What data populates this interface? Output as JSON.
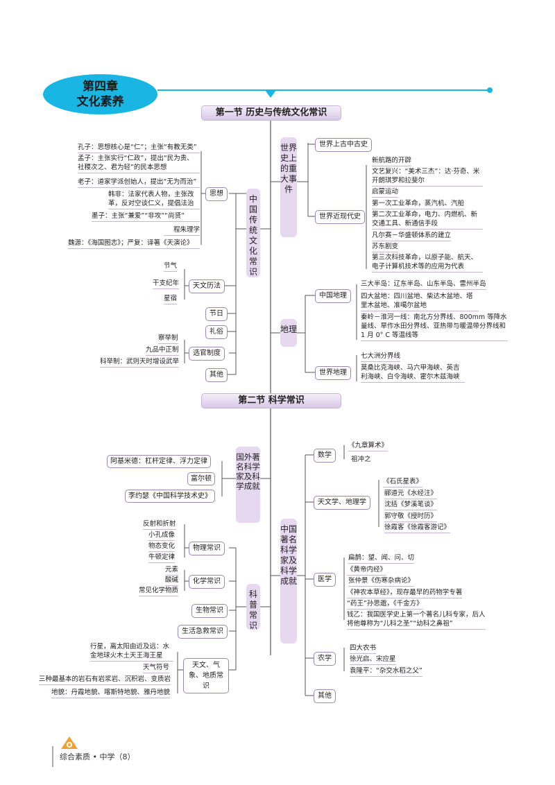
{
  "chapter": {
    "line1": "第四章",
    "line2": "文化素养"
  },
  "section1": {
    "title": "第一节  历史与传统文化常识",
    "culture": {
      "label": "中国传统文化常识",
      "thought": {
        "label": "思想",
        "items": [
          "孔子：思想核心是“仁”；主张“有教无类”",
          "孟子：主张实行“仁政”，提出“民为贵、社稷次之、君为轻”的民本思想",
          "老子：道家学派创始人，提出“无为而治”",
          "韩非：法家代表人物，主张改革，反对空谈仁义，提倡法治",
          "墨子：主张“兼爱”“非攻”“尚贤”",
          "程朱理学",
          "魏源：《海国图志》；严复：译著《天演论》"
        ]
      },
      "calendar": {
        "label": "天文历法",
        "items": [
          "节气",
          "干支纪年",
          "星宿"
        ]
      },
      "festival": "节日",
      "etiquette": "礼俗",
      "official": {
        "label": "选官制度",
        "items": [
          "察举制",
          "九品中正制",
          "科举制：武则天时增设武举"
        ]
      },
      "other": "其他"
    },
    "world_events": {
      "label": "世界史上的重大事件",
      "ancient": "世界上古中古史",
      "modern": {
        "label": "世界近现代史",
        "items": [
          "新航路的开辟",
          "文艺复兴：“美术三杰”：达·芬奇、米开朗琪罗和拉斐尔",
          "启蒙运动",
          "第一次工业革命，蒸汽机、汽船",
          "第二次工业革命，电力、内燃机、新交通工具、新通信手段",
          "凡尔赛－华盛顿体系的建立",
          "苏东剧变",
          "第三次科技革命，以原子能、航天、电子计算机技术等的应用为代表"
        ]
      }
    },
    "geography": {
      "label": "地理",
      "china": {
        "label": "中国地理",
        "items": [
          "三大半岛：辽东半岛、山东半岛、雷州半岛",
          "四大盆地：四川盆地、柴达木盆地、塔里木盆地、准噶尔盆地",
          "秦岭－淮河一线：南北方分界线、800mm 等降水量线、旱作水田分界线、亚热带与暖温带分界线和 1 月 0° C 等温线等"
        ]
      },
      "world": {
        "label": "世界地理",
        "items": [
          "七大洲分界线",
          "莫桑比克海峡、马六甲海峡、英吉利海峡、白令海峡、霍尔木兹海峡"
        ]
      }
    }
  },
  "section2": {
    "title": "第二节  科学常识",
    "foreign": {
      "label": "国外著名科学家及科学成就",
      "items": [
        "阿基米德：杠杆定律、浮力定律",
        "富尔顿",
        "李约瑟《中国科学技术史》"
      ]
    },
    "popular": {
      "label": "科普常识",
      "physics": {
        "label": "物理常识",
        "items": [
          "反射和折射",
          "小孔成像",
          "物态变化",
          "牛顿定律"
        ]
      },
      "chemistry": {
        "label": "化学常识",
        "items": [
          "元素",
          "酸碱",
          "常见化学物质"
        ]
      },
      "biology": "生物常识",
      "emergency": "生活急救常识",
      "astro": {
        "label": "天文、气象、地质常识",
        "items": [
          "行星，离太阳由近及远：水金地球火木土天王海王星",
          "天气符号",
          "三种最基本的岩石有岩浆岩、沉积岩、变质岩",
          "地貌：丹霞地貌、喀斯特地貌、雅丹地貌"
        ]
      }
    },
    "chinese": {
      "label": "中国著名科学家及科学成就",
      "math": {
        "label": "数学",
        "items": [
          "《九章算术》",
          "祖冲之"
        ]
      },
      "astronomy": {
        "label": "天文学、地理学",
        "items": [
          "《石氏星表》",
          "郦道元《水经注》",
          "沈括《梦溪笔谈》",
          "郭守敬《授时历》",
          "徐霞客《徐霞客游记》"
        ]
      },
      "medicine": {
        "label": "医学",
        "items": [
          "扁鹊：望、闻、问、切",
          "《黄帝内经》",
          "张仲景《伤寒杂病论》",
          "《神农本草经》，现存最早的药物学专著",
          "“药王”孙思邈，《千金方》",
          "钱乙：我国医学史上第一个著名儿科专家，后人将他尊称为“儿科之圣”“幼科之鼻祖”"
        ]
      },
      "agriculture": {
        "label": "农学",
        "items": [
          "四大农书",
          "徐光启、宋应星",
          "袁隆平：“杂交水稻之父”"
        ]
      },
      "other": "其他"
    }
  },
  "footer": "综合素质 • 中学（8）",
  "colors": {
    "chapter_fill": "#19b6e3",
    "accent_line": "#19b6e3",
    "branch_line": "#555555",
    "node_fill": "#e6d8ef"
  }
}
